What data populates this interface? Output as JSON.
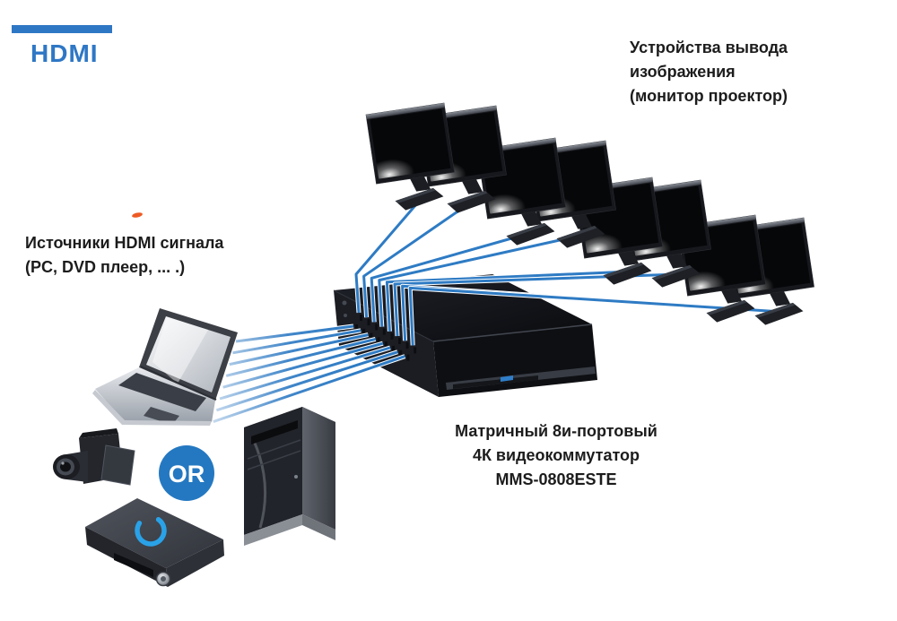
{
  "header": {
    "brand_label": "HDMI"
  },
  "labels": {
    "outputs": "Устройства вывода\nизображения\n(монитор проектор)",
    "sources": "Источники HDMI сигнала\n(PC, DVD плеер, ... .)",
    "switch": "Матричный 8и-портовый\n4К видеокоммутатор\nMMS-0808ESTE"
  },
  "or_label": "OR",
  "colors": {
    "hdmi_blue": "#2e77c5",
    "cable_blue": "#2e7bc4",
    "cable_fade": "#d9e6f4",
    "or_badge_blue": "#2478c1",
    "logo_swirl_blue": "#2aa2e8"
  },
  "diagram": {
    "monitor_count": 8,
    "input_cable_count": 8,
    "output_cable_count": 8,
    "source_devices": [
      "laptop",
      "camcorder",
      "blu-ray-player",
      "pc-tower"
    ],
    "switch_model": "MMS-0808ESTE"
  }
}
